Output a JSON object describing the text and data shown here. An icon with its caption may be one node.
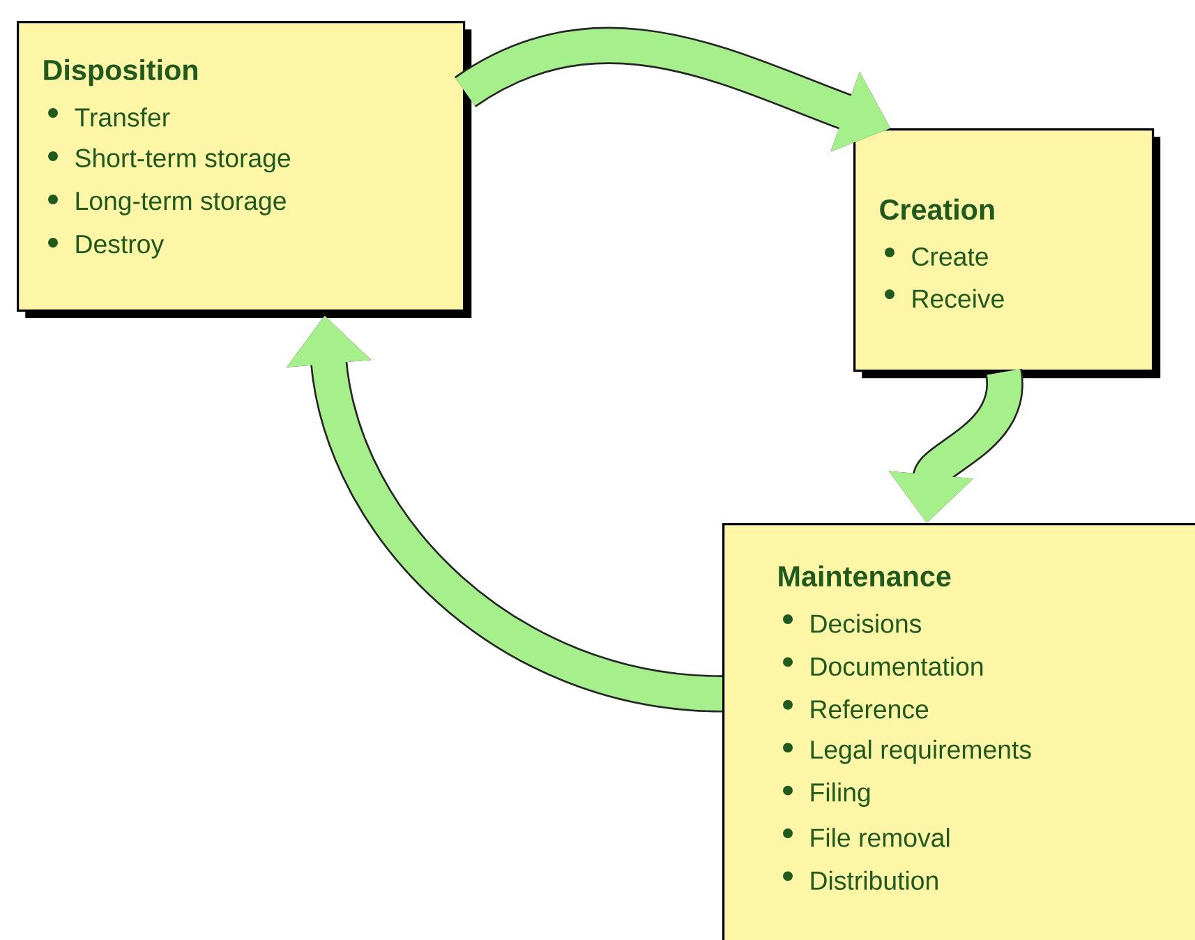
{
  "diagram": {
    "nodes": [
      {
        "text": [
          "Disposition",
          "Transfer",
          "Short-term storage",
          "Long-term storage",
          "Destroy"
        ]
      },
      {
        "text": [
          "Creation",
          "Create",
          "Receive"
        ]
      },
      {
        "text": [
          "Maintenance",
          "Decisions",
          "Documentation",
          "Reference",
          "Legal requirements",
          "Filing",
          "File removal",
          "Distribution"
        ]
      }
    ],
    "edges": [
      {
        "from": 0,
        "to": 1,
        "arrow": "to"
      },
      {
        "from": 1,
        "to": 2,
        "arrow": "to"
      },
      {
        "from": 2,
        "to": 0,
        "arrow": "to"
      }
    ]
  }
}
